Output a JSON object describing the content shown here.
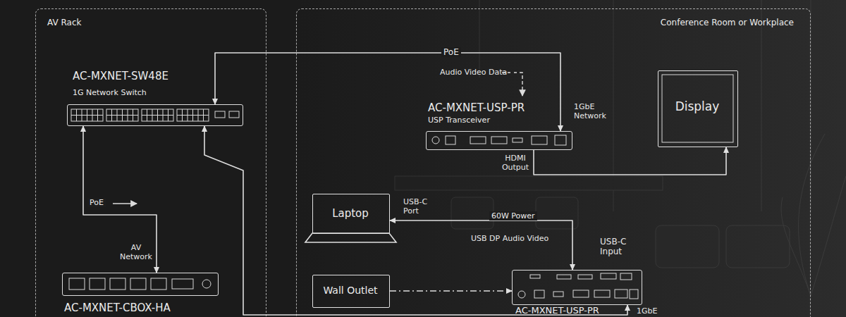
{
  "diagram": {
    "nodes": [
      {
        "text": [
          "AV Rack"
        ]
      },
      {
        "text": [
          "AC-MXNET-SW48E",
          "1G Network Switch"
        ],
        "in": 0
      },
      {
        "text": [
          "AC-MXNET-CBOX-HA"
        ],
        "in": 0
      },
      {
        "text": [
          "Conference Room or Workplace"
        ]
      },
      {
        "text": [
          "AC-MXNET-USP-PR",
          "USP Transceiver"
        ],
        "in": 3
      },
      {
        "text": [
          "Display"
        ],
        "in": 3
      },
      {
        "text": [
          "Laptop"
        ],
        "in": 3
      },
      {
        "text": [
          "Wall Outlet"
        ],
        "in": 3
      },
      {
        "text": [
          "AC-MXNET-USP-PR"
        ],
        "in": 3
      }
    ],
    "edges": [
      {
        "from": 1,
        "to": 4,
        "arrow": "both",
        "label": "PoE"
      },
      {
        "from": 1,
        "to": 2,
        "arrow": "both",
        "label": "PoE"
      },
      {
        "from": 1,
        "to": 8,
        "arrow": "both"
      },
      {
        "from": 4,
        "to": 5,
        "arrow": "to"
      },
      {
        "from": 6,
        "to": 8,
        "arrow": "both",
        "label": "60W Power"
      },
      {
        "from": 7,
        "to": 8,
        "arrow": "to"
      }
    ],
    "labels": [
      "Audio Video Data",
      "1GbE Network",
      "HDMI Output",
      "USB-C Port",
      "USB DP Audio Video",
      "USB-C Input",
      "AV Network",
      "1GbE"
    ]
  }
}
